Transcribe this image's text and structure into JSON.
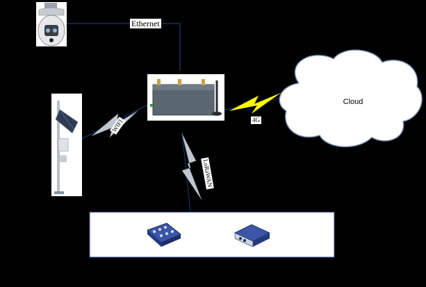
{
  "links": {
    "ethernet": "Ethernet",
    "cellular": "4G",
    "wifi": "WIFI",
    "lorawan": "LoRaWAN"
  },
  "cloud": {
    "label": "Cloud"
  },
  "nodes": {
    "camera": "dome-camera-icon",
    "router": "industrial-router-icon",
    "station": "solar-weather-station-icon",
    "sensors": [
      "io-module-icon",
      "gateway-box-icon"
    ]
  },
  "colors": {
    "background": "#000000",
    "bolt": "#ffff00",
    "bolt_gray": "#bfc6cf",
    "link_line": "#1f3a7a",
    "device_blue": "#2f4a9a"
  }
}
